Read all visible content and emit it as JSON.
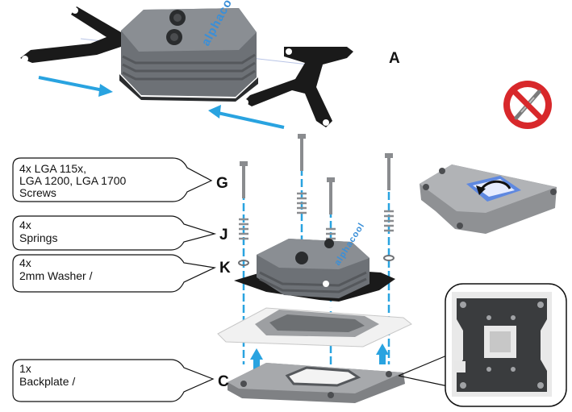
{
  "steps": {
    "a": "A",
    "g": "G",
    "j": "J",
    "k": "K",
    "c": "C"
  },
  "callouts": {
    "screws": [
      "4x LGA 115x,",
      "LGA 1200, LGA 1700",
      "Screws"
    ],
    "springs": [
      "4x",
      "Springs"
    ],
    "washers": [
      "4x",
      "2mm Washer /"
    ],
    "backplate": [
      "1x",
      "Backplate /"
    ]
  },
  "logo": "alphacool",
  "colors": {
    "arrow": "#29a3e0",
    "bracket": "#1a1a1a",
    "prohibit": "#d8282b",
    "block": "#6f7378",
    "plate": "#a7a9ac"
  }
}
